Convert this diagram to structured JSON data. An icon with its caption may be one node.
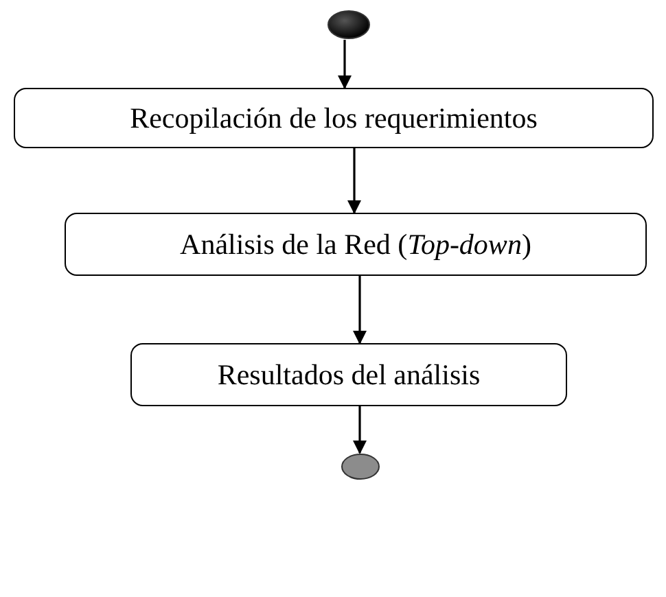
{
  "diagram": {
    "nodes": [
      {
        "text": [],
        "shape": "circle"
      },
      {
        "text": [
          "Recopilación de los requerimientos"
        ]
      },
      {
        "text": [
          "Análisis de la Red (*Top-down*)"
        ]
      },
      {
        "text": [
          "Resultados del análisis"
        ]
      },
      {
        "text": [],
        "shape": "circle"
      }
    ],
    "edges": [
      {
        "from": 0,
        "to": 1,
        "arrow": "to"
      },
      {
        "from": 1,
        "to": 2,
        "arrow": "to"
      },
      {
        "from": 2,
        "to": 3,
        "arrow": "to"
      },
      {
        "from": 3,
        "to": 4,
        "arrow": "to"
      }
    ]
  }
}
